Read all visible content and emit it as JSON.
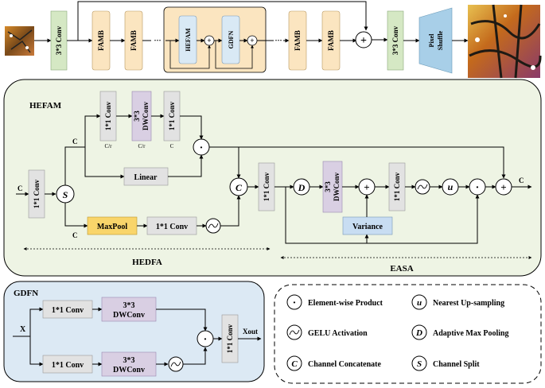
{
  "top": {
    "conv_in": "3*3 Conv",
    "famb": "FAMB",
    "hefam": "HEFAM",
    "gdfn": "GDFN",
    "ellipsis": "···",
    "conv_out": "3*3 Conv",
    "pixel_shuffle": [
      "Pixel",
      "Shuffle"
    ],
    "plus": "+"
  },
  "hefam": {
    "title": "HEFAM",
    "conv_1x1": [
      "1*1 Conv"
    ],
    "dwconv": [
      "3*3",
      "DWConv"
    ],
    "c_over_r": "C/r",
    "c": "C",
    "linear": "Linear",
    "maxpool": "MaxPool",
    "conv_maxpool": "1*1 Conv",
    "variance": "Variance",
    "hedfa": "HEDFA",
    "easa": "EASA",
    "split_sym": "S",
    "concat_sym": "C",
    "adaptive_sym": "D",
    "upsample_sym": "u",
    "dot": "·",
    "plus": "+"
  },
  "gdfn": {
    "title": "GDFN",
    "conv_top": "1*1 Conv",
    "conv_bottom": "1*1 Conv",
    "dw_top": [
      "3*3",
      "DWConv"
    ],
    "dw_bottom": [
      "3*3",
      "DWConv"
    ],
    "conv_out": "1*1 Conv",
    "x_in": "X",
    "x_out": "Xout"
  },
  "legend": [
    {
      "symbol": "·",
      "label": "Element-wise Product"
    },
    {
      "symbol": "u",
      "label": "Nearest Up-sampling"
    },
    {
      "symbol": "gelu",
      "label": "GELU Activation"
    },
    {
      "symbol": "D",
      "label": "Adaptive Max Pooling"
    },
    {
      "symbol": "C",
      "label": "Channel Concatenate"
    },
    {
      "symbol": "S",
      "label": "Channel Split"
    }
  ],
  "colors": {
    "green": "#d5e8c4",
    "famb": "#fbe5c0",
    "hefam_inner": "#d9e9f5",
    "gray": "#e2e2e2",
    "purple": "#d9cfe3",
    "yellow": "#f9d56a",
    "blue": "#c8ddf2",
    "panel_green": "#eef4e4",
    "panel_blue": "#dce9f4",
    "legend_bg": "#ffffff"
  }
}
